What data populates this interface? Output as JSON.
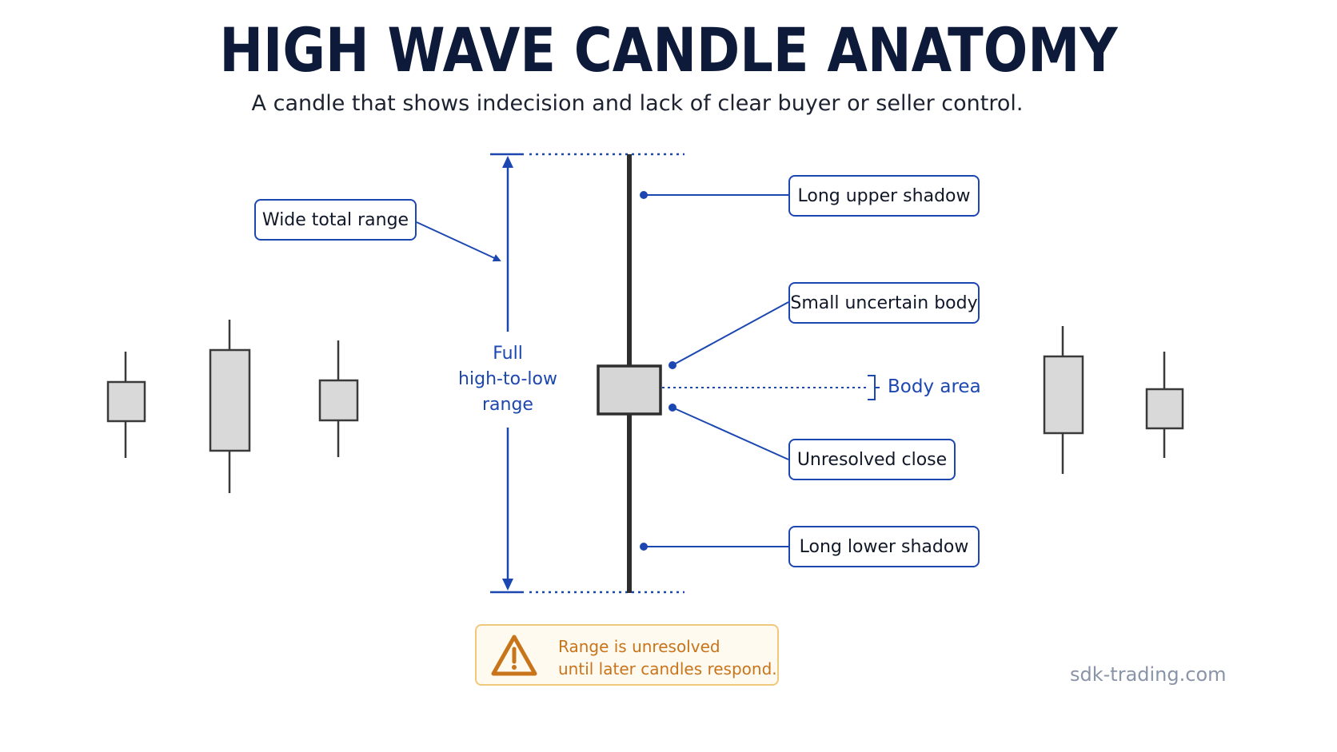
{
  "header": {
    "title": "HIGH WAVE CANDLE ANATOMY",
    "subtitle": "A candle that shows indecision and lack of clear buyer or seller control."
  },
  "labels": {
    "wide_total_range": "Wide total range",
    "long_upper_shadow": "Long upper shadow",
    "small_uncertain_body": "Small uncertain body",
    "unresolved_close": "Unresolved close",
    "long_lower_shadow": "Long lower shadow",
    "body_area": "Body area",
    "range_line1": "Full",
    "range_line2": "high-to-low",
    "range_line3": "range"
  },
  "warning": {
    "line1": "Range is unresolved",
    "line2": "until later candles respond.",
    "icon": "warning-triangle-icon"
  },
  "watermark": "sdk-trading.com",
  "colors": {
    "title": "#0e1a3a",
    "accent_blue": "#1c47b0",
    "candle_fill": "#d9d9d9",
    "candle_stroke": "#3a3a3a",
    "warning_orange": "#c8741a",
    "warning_border": "#f0c87a"
  }
}
